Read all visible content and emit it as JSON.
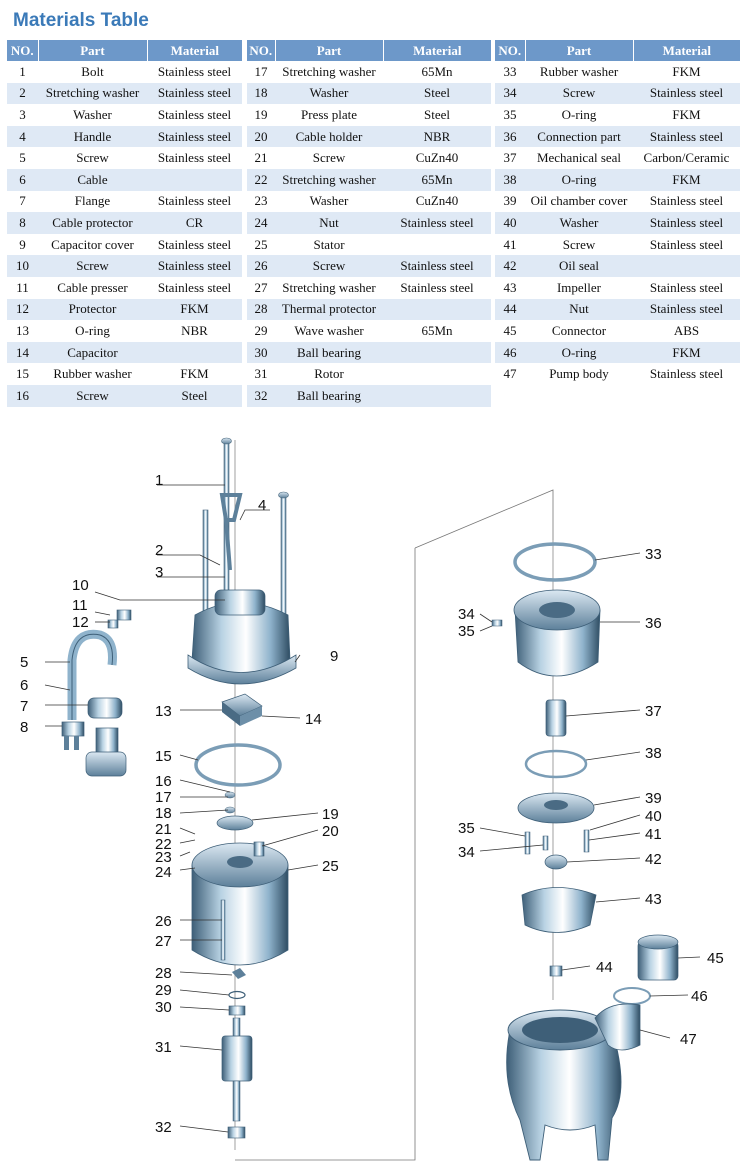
{
  "title": "Materials Table",
  "headers": {
    "no": "NO.",
    "part": "Part",
    "material": "Material"
  },
  "tables": [
    [
      [
        "1",
        "Bolt",
        "Stainless steel"
      ],
      [
        "2",
        "Stretching washer",
        "Stainless steel"
      ],
      [
        "3",
        "Washer",
        "Stainless steel"
      ],
      [
        "4",
        "Handle",
        "Stainless steel"
      ],
      [
        "5",
        "Screw",
        "Stainless steel"
      ],
      [
        "6",
        "Cable",
        ""
      ],
      [
        "7",
        "Flange",
        "Stainless steel"
      ],
      [
        "8",
        "Cable protector",
        "CR"
      ],
      [
        "9",
        "Capacitor cover",
        "Stainless steel"
      ],
      [
        "10",
        "Screw",
        "Stainless steel"
      ],
      [
        "11",
        "Cable presser",
        "Stainless steel"
      ],
      [
        "12",
        "Protector",
        "FKM"
      ],
      [
        "13",
        "O-ring",
        "NBR"
      ],
      [
        "14",
        "Capacitor",
        ""
      ],
      [
        "15",
        "Rubber washer",
        "FKM"
      ],
      [
        "16",
        "Screw",
        "Steel"
      ]
    ],
    [
      [
        "17",
        "Stretching washer",
        "65Mn"
      ],
      [
        "18",
        "Washer",
        "Steel"
      ],
      [
        "19",
        "Press plate",
        "Steel"
      ],
      [
        "20",
        "Cable holder",
        "NBR"
      ],
      [
        "21",
        "Screw",
        "CuZn40"
      ],
      [
        "22",
        "Stretching washer",
        "65Mn"
      ],
      [
        "23",
        "Washer",
        "CuZn40"
      ],
      [
        "24",
        "Nut",
        "Stainless steel"
      ],
      [
        "25",
        "Stator",
        ""
      ],
      [
        "26",
        "Screw",
        "Stainless steel"
      ],
      [
        "27",
        "Stretching washer",
        "Stainless steel"
      ],
      [
        "28",
        "Thermal protector",
        ""
      ],
      [
        "29",
        "Wave washer",
        "65Mn"
      ],
      [
        "30",
        "Ball bearing",
        ""
      ],
      [
        "31",
        "Rotor",
        ""
      ],
      [
        "32",
        "Ball bearing",
        ""
      ]
    ],
    [
      [
        "33",
        "Rubber washer",
        "FKM"
      ],
      [
        "34",
        "Screw",
        "Stainless steel"
      ],
      [
        "35",
        "O-ring",
        "FKM"
      ],
      [
        "36",
        "Connection part",
        "Stainless steel"
      ],
      [
        "37",
        "Mechanical seal",
        "Carbon/Ceramic"
      ],
      [
        "38",
        "O-ring",
        "FKM"
      ],
      [
        "39",
        "Oil chamber cover",
        "Stainless steel"
      ],
      [
        "40",
        "Washer",
        "Stainless steel"
      ],
      [
        "41",
        "Screw",
        "Stainless steel"
      ],
      [
        "42",
        "Oil seal",
        ""
      ],
      [
        "43",
        "Impeller",
        "Stainless steel"
      ],
      [
        "44",
        "Nut",
        "Stainless steel"
      ],
      [
        "45",
        "Connector",
        "ABS"
      ],
      [
        "46",
        "O-ring",
        "FKM"
      ],
      [
        "47",
        "Pump body",
        "Stainless steel"
      ]
    ]
  ],
  "callouts": [
    "1",
    "2",
    "3",
    "4",
    "5",
    "6",
    "7",
    "8",
    "9",
    "10",
    "11",
    "12",
    "13",
    "14",
    "15",
    "16",
    "17",
    "18",
    "19",
    "20",
    "21",
    "22",
    "23",
    "24",
    "25",
    "26",
    "27",
    "28",
    "29",
    "30",
    "31",
    "32",
    "33",
    "34",
    "35",
    "36",
    "37",
    "38",
    "39",
    "40",
    "41",
    "35",
    "34",
    "42",
    "43",
    "44",
    "45",
    "46",
    "47"
  ],
  "colors": {
    "header": "#6d98c9",
    "alt_row": "#dfe9f5",
    "title": "#3b7ab8",
    "metal": "#8fb3cc"
  }
}
